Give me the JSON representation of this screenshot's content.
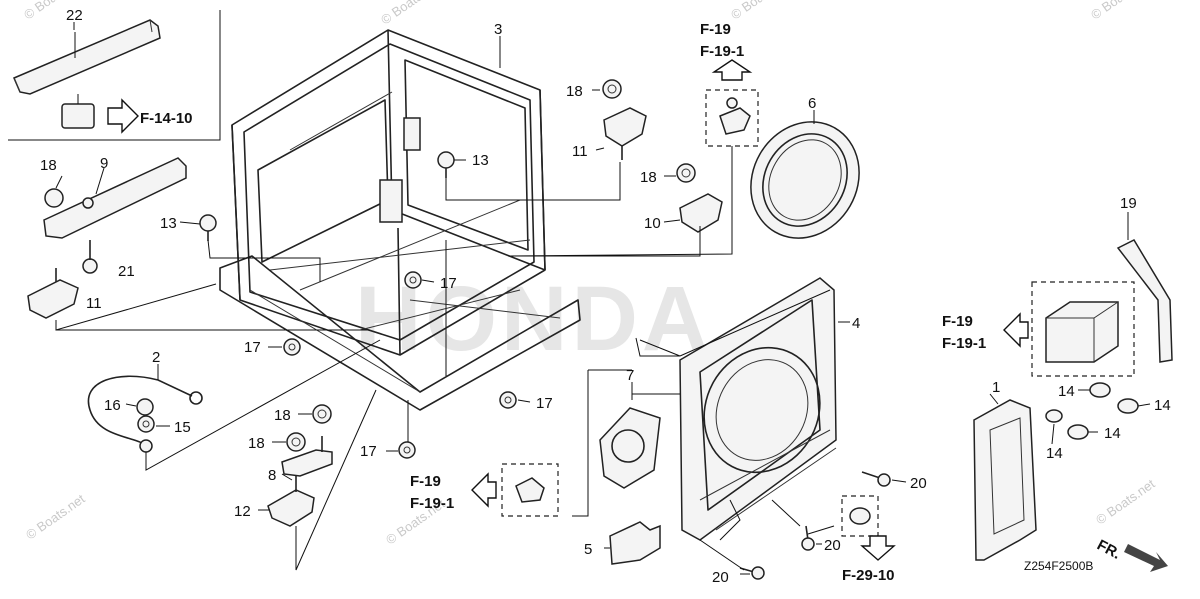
{
  "diagram": {
    "callouts": {
      "c22": "22",
      "c3": "3",
      "c18a": "18",
      "c9": "9",
      "c18b": "18",
      "c13a": "13",
      "c13b": "13",
      "c11a": "11",
      "c11b": "11",
      "c21": "21",
      "c18c": "18",
      "c10": "10",
      "c6": "6",
      "c19": "19",
      "c17a": "17",
      "c17b": "17",
      "c17c": "17",
      "c17d": "17",
      "c2": "2",
      "c16": "16",
      "c15": "15",
      "c18d": "18",
      "c18e": "18",
      "c8": "8",
      "c12": "12",
      "c7": "7",
      "c4": "4",
      "c5": "5",
      "c1": "1",
      "c14a": "14",
      "c14b": "14",
      "c14c": "14",
      "c14d": "14",
      "c20a": "20",
      "c20b": "20",
      "c20c": "20"
    },
    "refs": {
      "f14_10": "F-14-10",
      "f19_top": "F-19",
      "f19_1_top": "F-19-1",
      "f19_right": "F-19",
      "f19_1_right": "F-19-1",
      "f19_mid": "F-19",
      "f19_1_mid": "F-19-1",
      "f29_10": "F-29-10"
    },
    "front_label": "FR.",
    "diagram_code": "Z254F2500B",
    "watermark": "© Boats.net",
    "logo_text": "HONDA"
  }
}
